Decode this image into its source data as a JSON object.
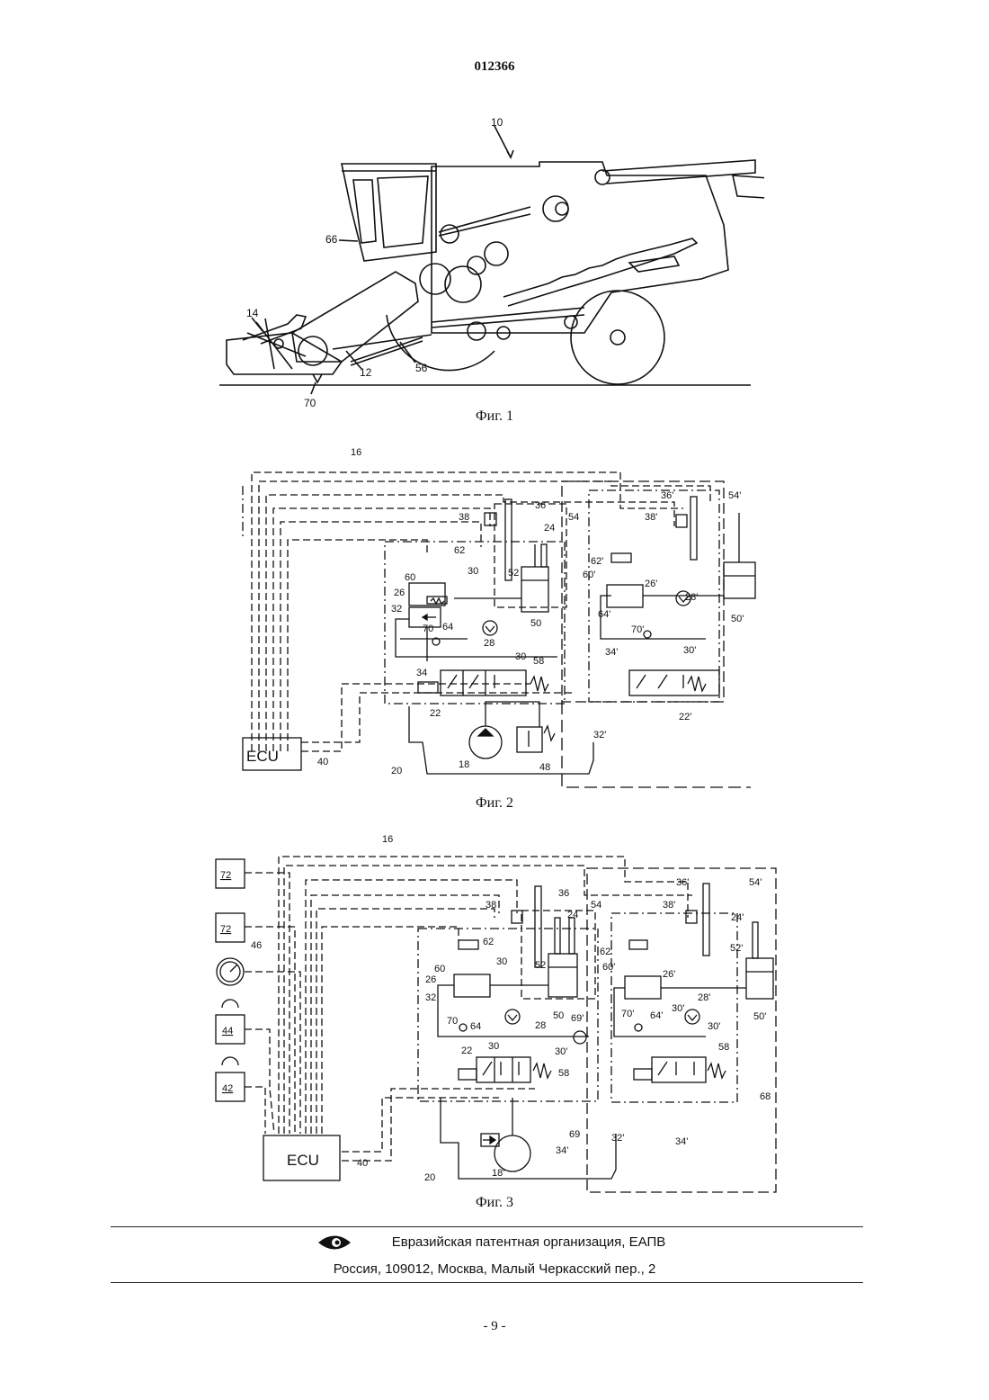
{
  "header": {
    "doc_number": "012366"
  },
  "figures": {
    "fig1": {
      "caption": "Фиг. 1",
      "labels": {
        "l10": "10",
        "l66": "66",
        "l14": "14",
        "l12": "12",
        "l56": "56",
        "l70": "70"
      }
    },
    "fig2": {
      "caption": "Фиг. 2",
      "labels": {
        "l16": "16",
        "l36": "36",
        "l38": "38",
        "l54": "54",
        "l24": "24",
        "l62": "62",
        "l60": "60",
        "l30a": "30",
        "l26": "26",
        "l52": "52",
        "l32": "32",
        "l70": "70",
        "l64": "64",
        "l28": "28",
        "l50": "50",
        "l30b": "30",
        "l34": "34",
        "l58": "58",
        "l22": "22",
        "l18": "18",
        "l48": "48",
        "l20": "20",
        "l40": "40",
        "l36p": "36'",
        "l38p": "38'",
        "l54p": "54'",
        "l62p": "62'",
        "l60p": "60'",
        "l26p": "26'",
        "l28p": "28'",
        "l64p": "64'",
        "l70p": "70'",
        "l34p": "34'",
        "l30p": "30'",
        "l50p": "50'",
        "l22p": "22'",
        "l32p": "32'",
        "ecu": "ECU"
      }
    },
    "fig3": {
      "caption": "Фиг. 3",
      "labels": {
        "l16": "16",
        "l72a": "72",
        "l72b": "72",
        "l46": "46",
        "l44": "44",
        "l42": "42",
        "l36": "36",
        "l38": "38",
        "l54": "54",
        "l24": "24",
        "l62": "62",
        "l60": "60",
        "l30a": "30",
        "l26": "26",
        "l52": "52",
        "l32": "32",
        "l70": "70",
        "l64": "64",
        "l28": "28",
        "l50": "50",
        "l69p": "69'",
        "l30b": "30",
        "l30p2": "30'",
        "l22": "22",
        "l58": "58",
        "l36p": "36'",
        "l38p": "38'",
        "l54p": "54'",
        "l24p": "24'",
        "l62p": "62'",
        "l60p": "60'",
        "l26p": "26'",
        "l52p": "52'",
        "l28p": "28'",
        "l70p": "70'",
        "l64p": "64'",
        "l30p": "30'",
        "l30pp": "30'",
        "l50p": "50'",
        "l58p": "58",
        "l68": "68",
        "l69": "69",
        "l32p": "32'",
        "l34p": "34'",
        "l34p2": "34'",
        "l18p": "18'",
        "l20": "20",
        "l40": "40",
        "ecu": "ECU"
      }
    }
  },
  "footer": {
    "organization": "Евразийская патентная организация, ЕАПВ",
    "address": "Россия, 109012, Москва, Малый Черкасский пер., 2",
    "page_number": "- 9 -"
  },
  "colors": {
    "ink": "#111111",
    "background": "#ffffff"
  }
}
